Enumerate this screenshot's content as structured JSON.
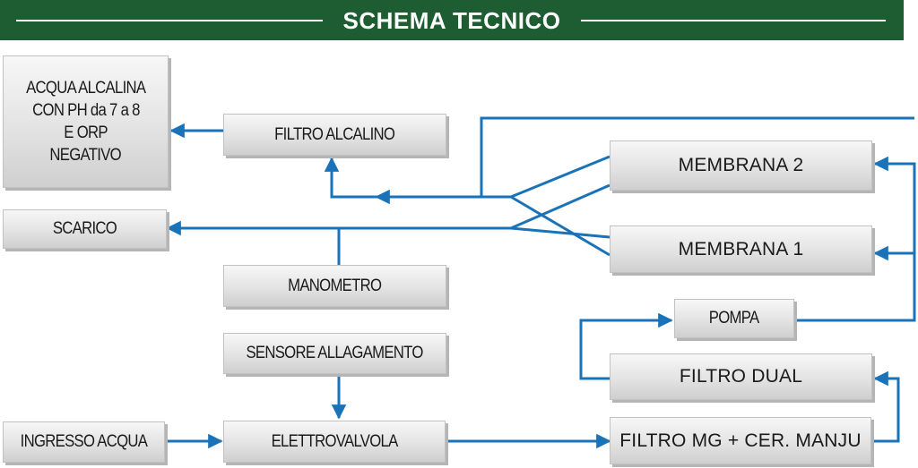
{
  "header": {
    "title": "SCHEMA TECNICO"
  },
  "nodes": {
    "acqua_alcalina": [
      "ACQUA ALCALINA",
      "CON PH da 7 a 8",
      "E ORP",
      "NEGATIVO"
    ],
    "filtro_alcalino": "FILTRO ALCALINO",
    "scarico": "SCARICO",
    "manometro": "MANOMETRO",
    "sensore_allagamento": "SENSORE ALLAGAMENTO",
    "ingresso_acqua": "INGRESSO ACQUA",
    "elettrovalvola": "ELETTROVALVOLA",
    "membrana_2": "MEMBRANA 2",
    "membrana_1": "MEMBRANA 1",
    "pompa": "POMPA",
    "filtro_dual": "FILTRO DUAL",
    "filtro_mg": "FILTRO MG + CER. MANJU"
  },
  "colors": {
    "header_bg": "#1e5c32",
    "flow_line": "#1a73b8",
    "box_fill": "#e3e3e3"
  }
}
